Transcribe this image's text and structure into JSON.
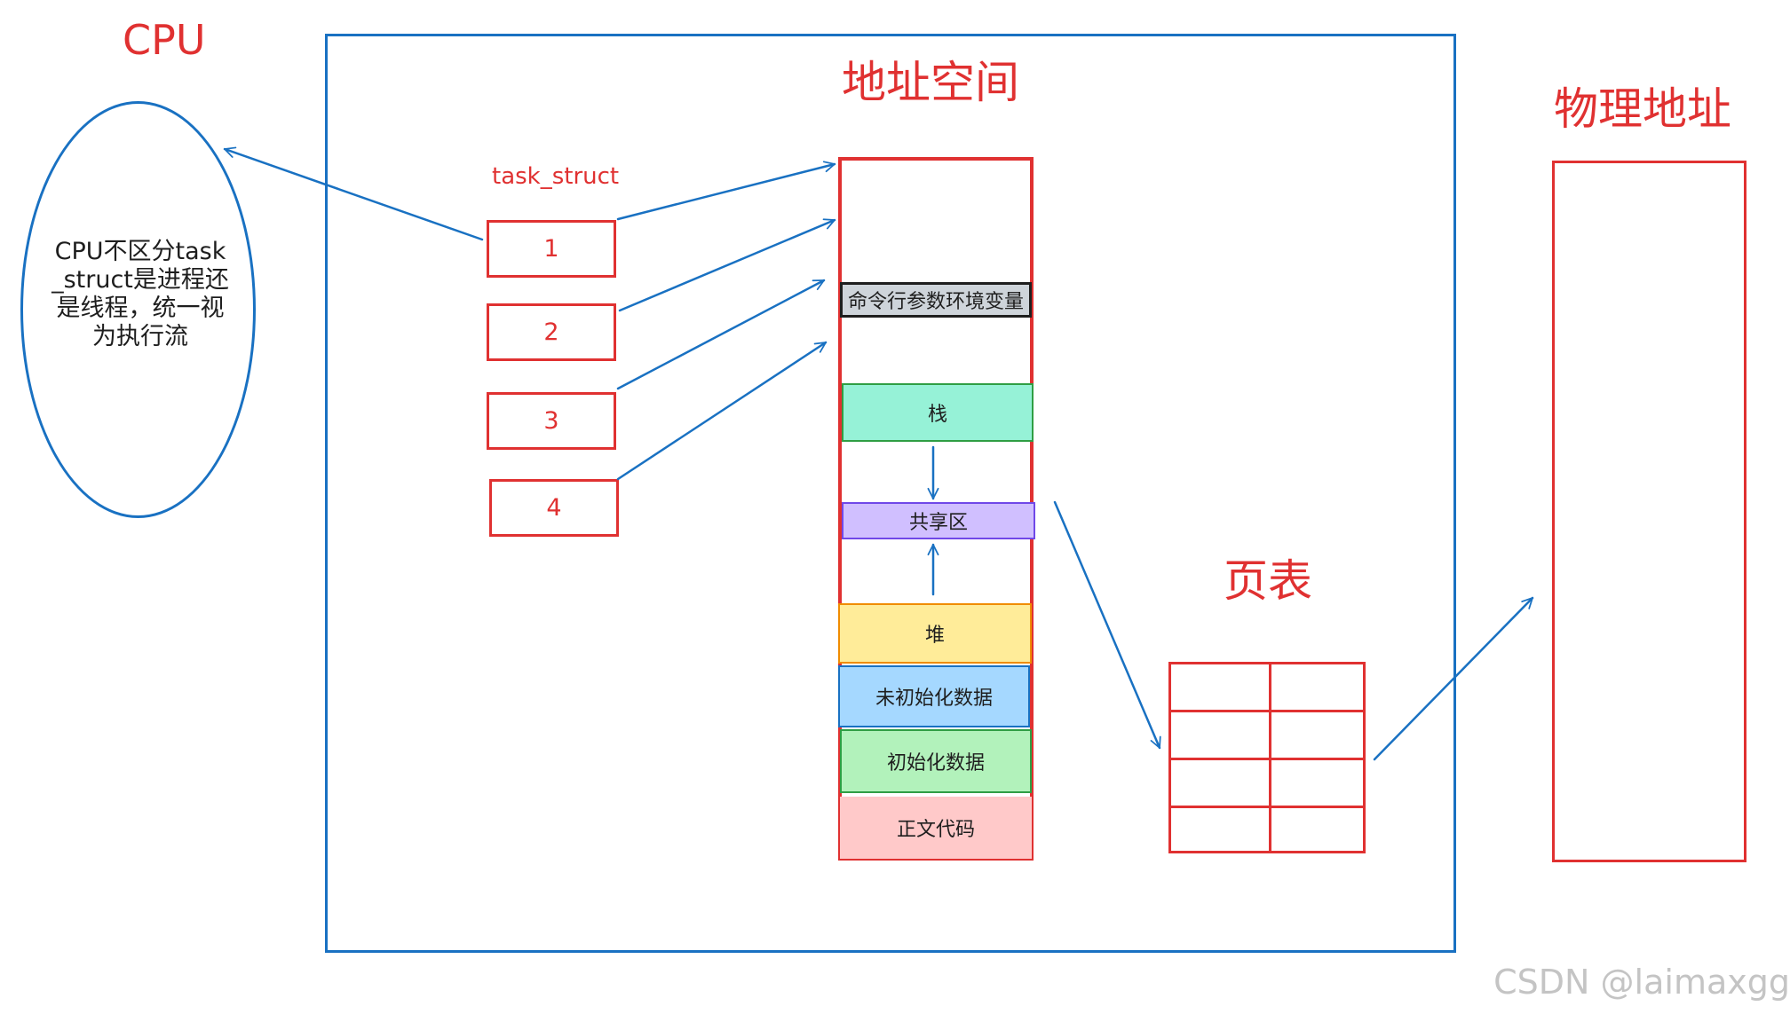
{
  "cpu": {
    "title": "CPU",
    "note": "CPU不区分task_struct是进程还是线程，统一视为执行流"
  },
  "address_space": {
    "title": "地址空间",
    "segments": {
      "cmdline_env": "命令行参数环境变量",
      "stack": "栈",
      "shared": "共享区",
      "heap": "堆",
      "bss": "未初始化数据",
      "data": "初始化数据",
      "text": "正文代码"
    }
  },
  "task_struct": {
    "label": "task_struct",
    "items": [
      "1",
      "2",
      "3",
      "4"
    ]
  },
  "page_table": {
    "title": "页表"
  },
  "physical": {
    "title": "物理地址"
  },
  "colors": {
    "red": "#e03131",
    "blue": "#1971c2",
    "gray": "#ced4da",
    "teal": "#96f2d7",
    "violet": "#d0bfff",
    "yellow": "#ffec99",
    "light_blue": "#a5d8ff",
    "green": "#b2f2bb",
    "pink": "#ffc9c9"
  },
  "watermark": "CSDN @laimaxgg"
}
